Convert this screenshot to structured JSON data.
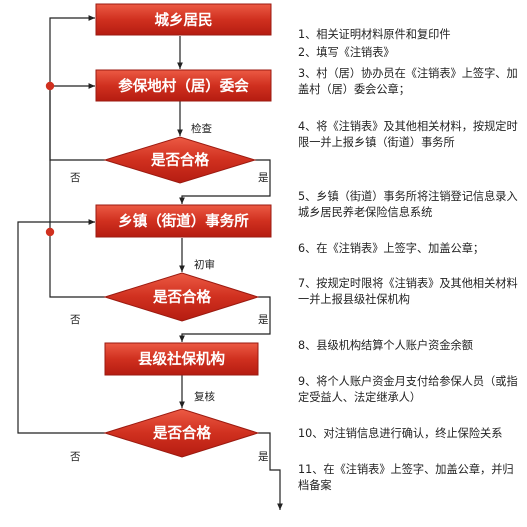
{
  "flow": {
    "box1": "城乡居民",
    "box2": "参保地村（居）委会",
    "decision1": "是否合格",
    "check_label": "检查",
    "box3": "乡镇（街道）事务所",
    "decision2": "是否合格",
    "preliminary_label": "初审",
    "box4": "县级社保机构",
    "decision3": "是否合格",
    "review_label": "复核",
    "no": "否",
    "yes": "是"
  },
  "steps": [
    "1、相关证明材料原件和复印件",
    "2、填写《注销表》",
    "3、村（居）协办员在《注销表》上签字、加盖村（居）委会公章；",
    "4、将《注销表》及其他相关材料，按规定时限一并上报乡镇（街道）事务所",
    "5、乡镇（街道）事务所将注销登记信息录入城乡居民养老保险信息系统",
    "6、在《注销表》上签字、加盖公章；",
    "7、按规定时限将《注销表》及其他相关材料一并上报县级社保机构",
    "8、县级机构结算个人账户资金余额",
    "9、将个人账户资金月支付给参保人员（或指定受益人、法定继承人）",
    "10、对注销信息进行确认，终止保险关系",
    "11、在《注销表》上签字、加盖公章，并归档备案"
  ],
  "colors": {
    "box_fill_top": "#e8503c",
    "box_fill_bottom": "#b81e12",
    "box_stroke": "#9b1a10",
    "text": "#222222"
  }
}
